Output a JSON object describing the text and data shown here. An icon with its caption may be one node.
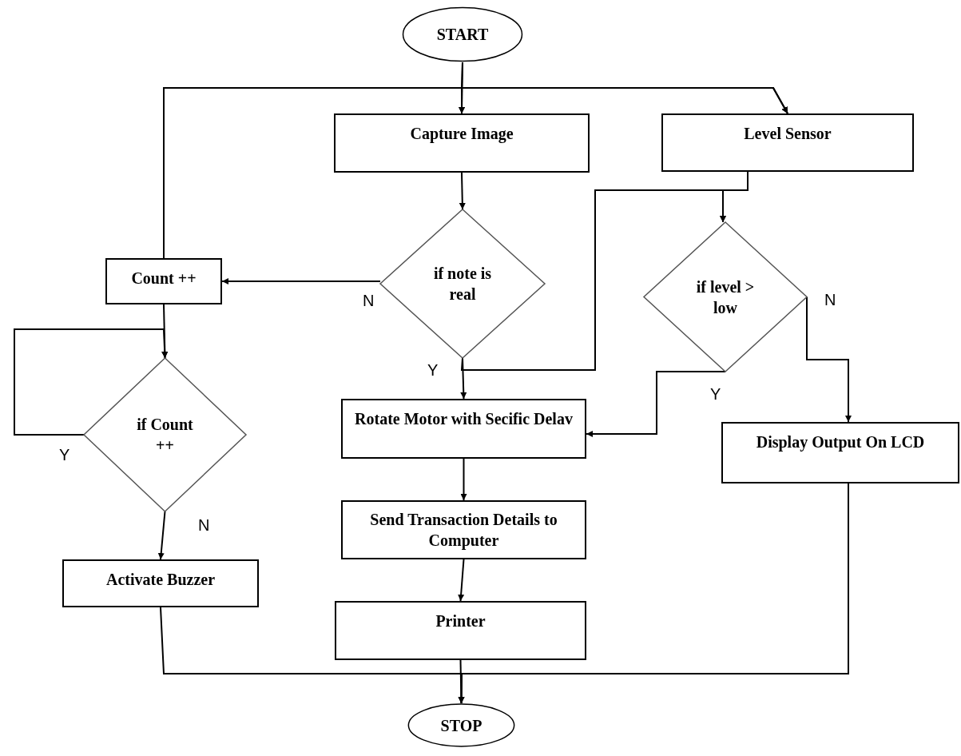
{
  "diagram": {
    "nodes": [
      {
        "text": [
          "START"
        ]
      },
      {
        "text": [
          "Capture Image"
        ]
      },
      {
        "text": [
          "Level Sensor"
        ]
      },
      {
        "text": [
          "if note is real"
        ]
      },
      {
        "text": [
          "Count ++"
        ]
      },
      {
        "text": [
          "if level > low"
        ]
      },
      {
        "text": [
          "if Count ++"
        ]
      },
      {
        "text": [
          "Rotate Motor with Secific Delav"
        ]
      },
      {
        "text": [
          "Display Output On LCD"
        ]
      },
      {
        "text": [
          "Send Transaction Details to Computer"
        ]
      },
      {
        "text": [
          "Activate Buzzer"
        ]
      },
      {
        "text": [
          "Printer"
        ]
      },
      {
        "text": [
          "STOP"
        ]
      }
    ],
    "edges": [
      {
        "from": 0,
        "to": 1,
        "arrow": "to"
      },
      {
        "from": 0,
        "to": 2,
        "arrow": "to"
      },
      {
        "from": 4,
        "to": 1,
        "arrow": "to"
      },
      {
        "from": 4,
        "to": 2,
        "arrow": "to"
      },
      {
        "from": 1,
        "to": 3,
        "arrow": "to"
      },
      {
        "from": 3,
        "to": 4,
        "arrow": "to",
        "label": "N"
      },
      {
        "from": 3,
        "to": 7,
        "arrow": "to",
        "label": "Y"
      },
      {
        "from": 3,
        "to": 5,
        "arrow": "to"
      },
      {
        "from": 2,
        "to": 5,
        "arrow": "to"
      },
      {
        "from": 4,
        "to": 6,
        "arrow": "to"
      },
      {
        "from": 6,
        "to": 6,
        "arrow": "to",
        "label": "Y"
      },
      {
        "from": 6,
        "to": 10,
        "arrow": "to",
        "label": "N"
      },
      {
        "from": 5,
        "to": 7,
        "arrow": "to",
        "label": "Y"
      },
      {
        "from": 5,
        "to": 8,
        "arrow": "to",
        "label": "N"
      },
      {
        "from": 7,
        "to": 9,
        "arrow": "to"
      },
      {
        "from": 9,
        "to": 11,
        "arrow": "to"
      },
      {
        "from": 11,
        "to": 12,
        "arrow": "to"
      },
      {
        "from": 10,
        "to": 12,
        "arrow": "to"
      },
      {
        "from": 8,
        "to": 12,
        "arrow": "to"
      }
    ]
  }
}
